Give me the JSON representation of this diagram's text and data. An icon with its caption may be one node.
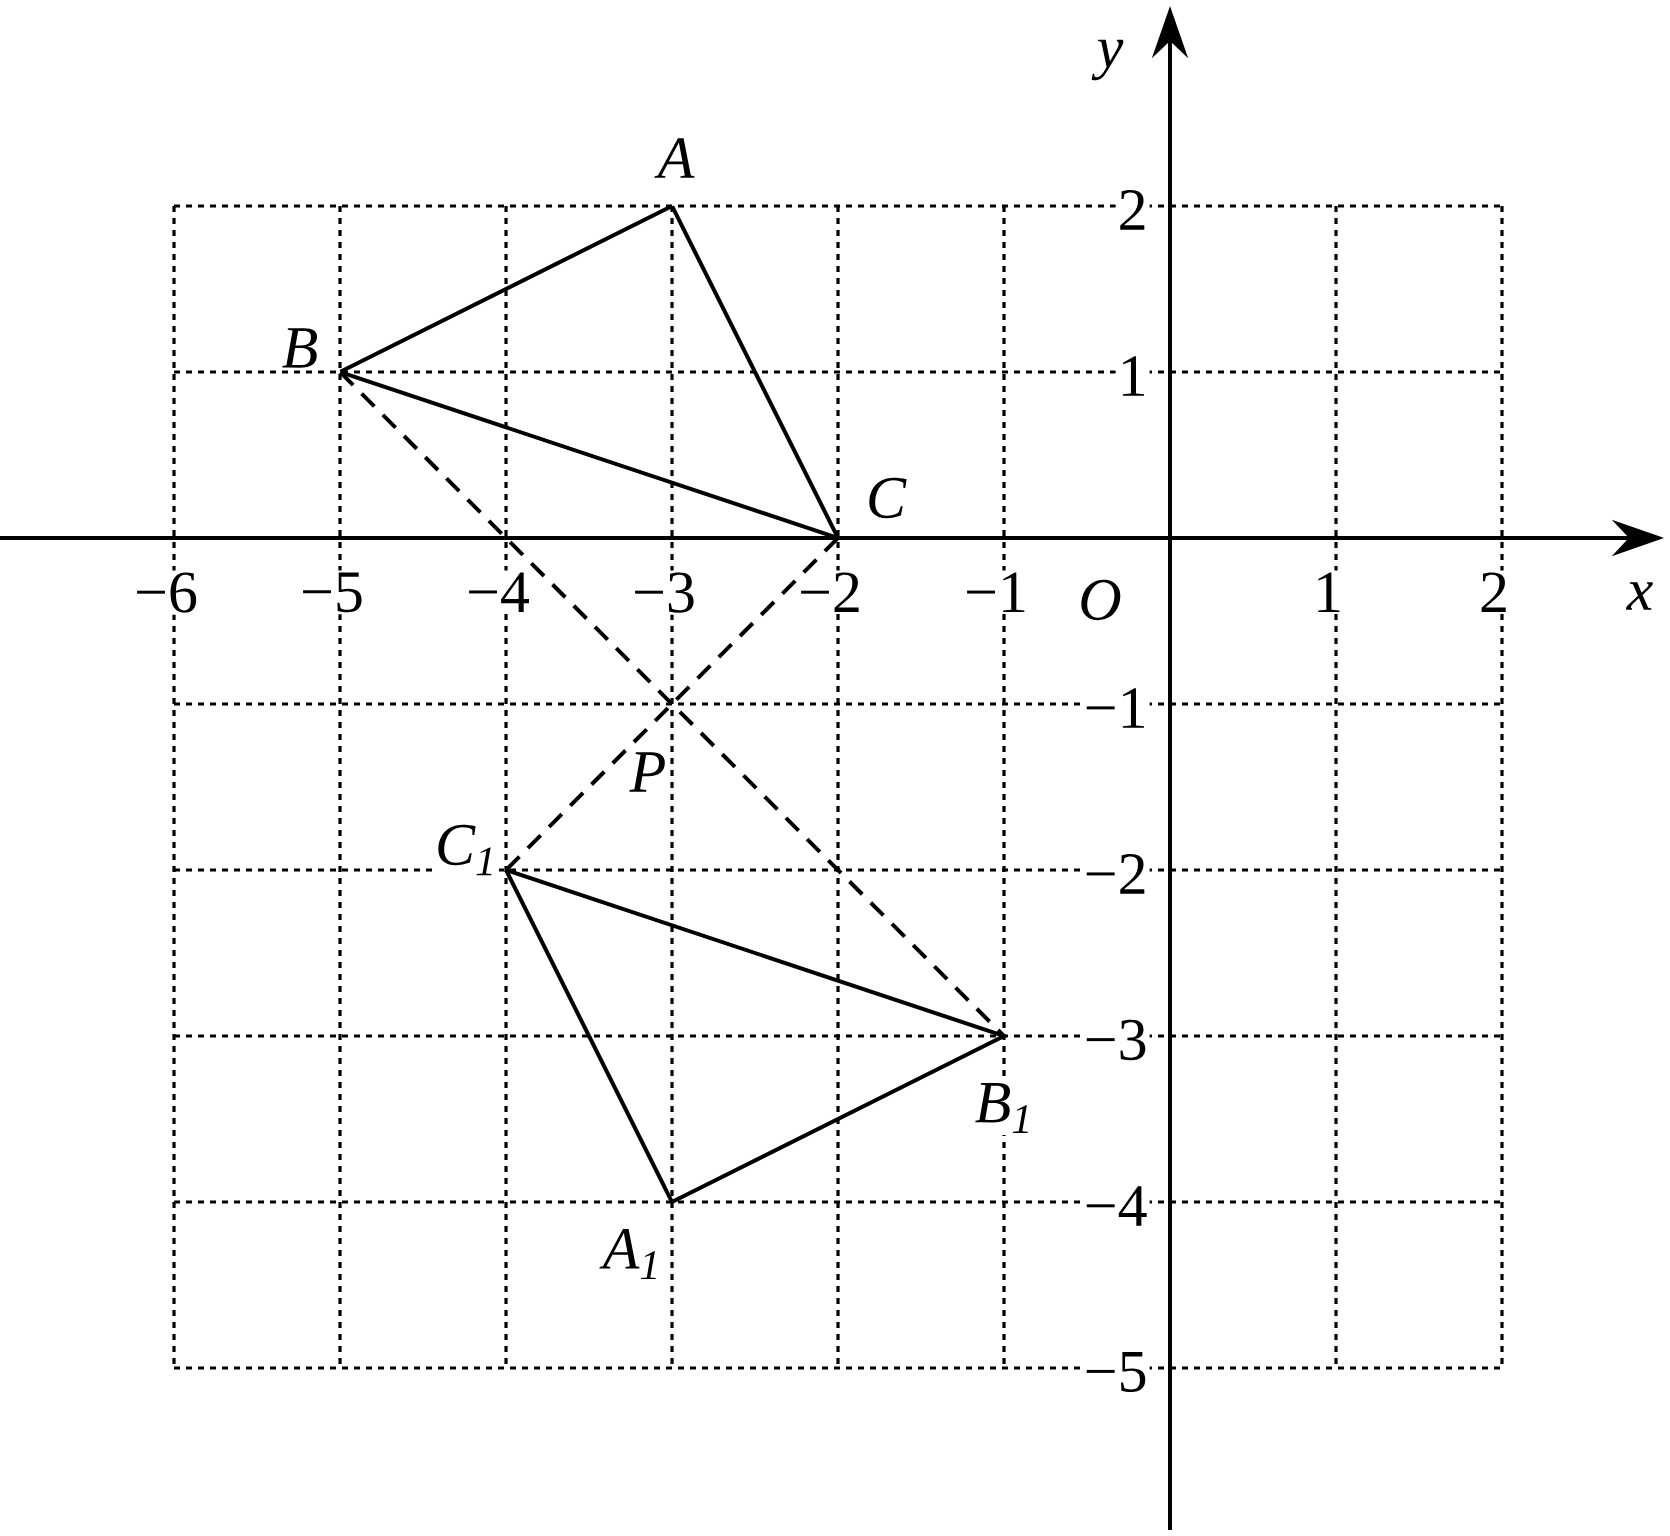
{
  "diagram": {
    "nodes": [
      {
        "text": [
          "A"
        ]
      },
      {
        "text": [
          "B"
        ]
      },
      {
        "text": [
          "C"
        ]
      },
      {
        "text": [
          "A$_{1}$"
        ]
      },
      {
        "text": [
          "B$_{1}$"
        ]
      },
      {
        "text": [
          "C$_{1}$"
        ]
      },
      {
        "text": [
          "P"
        ]
      }
    ],
    "edges": [
      {
        "from": 0,
        "to": 1,
        "arrow": "none"
      },
      {
        "from": 1,
        "to": 2,
        "arrow": "none"
      },
      {
        "from": 2,
        "to": 0,
        "arrow": "none"
      },
      {
        "from": 3,
        "to": 4,
        "arrow": "none"
      },
      {
        "from": 4,
        "to": 5,
        "arrow": "none"
      },
      {
        "from": 5,
        "to": 3,
        "arrow": "none"
      },
      {
        "from": 1,
        "to": 4,
        "arrow": "none",
        "style": "dashed"
      },
      {
        "from": 2,
        "to": 5,
        "arrow": "none",
        "style": "dashed"
      }
    ],
    "labels": [
      "y",
      "2",
      "1",
      "−6",
      "−5",
      "−4",
      "−3",
      "−2",
      "−1",
      "O",
      "1",
      "2",
      "x",
      "−1",
      "−2",
      "−3",
      "−4",
      "−5"
    ]
  }
}
